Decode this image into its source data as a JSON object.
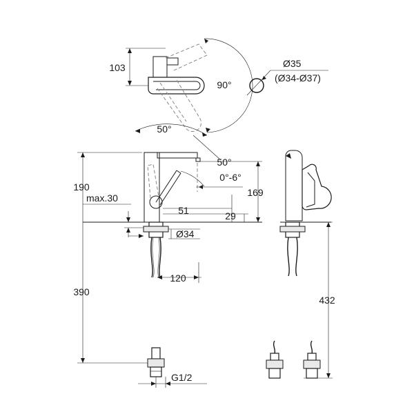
{
  "dimensions": {
    "lever_height": "103",
    "lever_swing_angle": "90°",
    "hole_diameter": "Ø35",
    "hole_diameter_range": "(Ø34-Ø37)",
    "spout_swivel_angle": "50°",
    "lever_angle": "50°",
    "tilt_range": "0°-6°",
    "height_to_lever": "190",
    "max_deck_thickness": "max.30",
    "spout_height": "169",
    "spout_clearance": "51",
    "base_height": "29",
    "shank_diameter": "Ø34",
    "spout_reach": "120",
    "total_hose_length": "390",
    "side_hose_length": "432",
    "thread_size": "G1/2"
  },
  "colors": {
    "line": "#1a1a1a",
    "hidden_line": "#888888",
    "background": "#ffffff"
  }
}
